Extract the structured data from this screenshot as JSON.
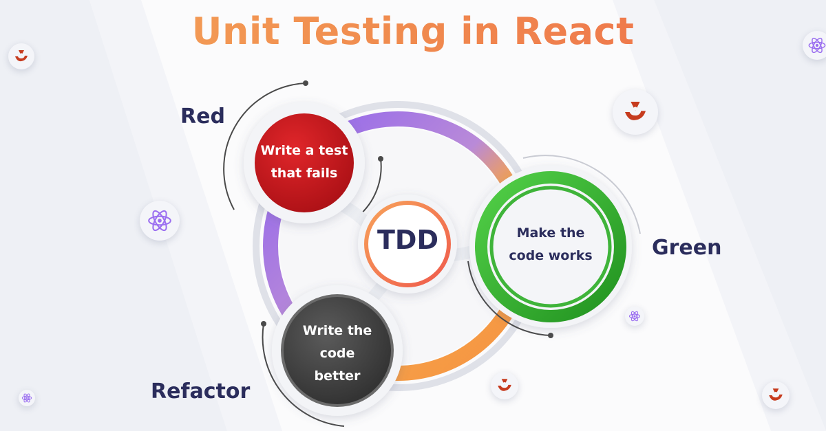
{
  "title": "Unit Testing in React",
  "center": {
    "label": "TDD"
  },
  "stages": {
    "red": {
      "name": "Red",
      "line1": "Write a test",
      "line2": "that fails"
    },
    "green": {
      "name": "Green",
      "line1": "Make the",
      "line2": "code works"
    },
    "refactor": {
      "name": "Refactor",
      "line1": "Write the",
      "line2": "code",
      "line3": "better"
    }
  },
  "colors": {
    "red": "#c4171c",
    "green": "#2fae2b",
    "refactor": "#4a4a4a",
    "ring_purple": "#9a6cf0",
    "ring_orange": "#f49a4b",
    "title_orange": "#f08a4e",
    "text_navy": "#2b2d5c"
  },
  "icons": [
    "jest-icon",
    "react-icon"
  ]
}
